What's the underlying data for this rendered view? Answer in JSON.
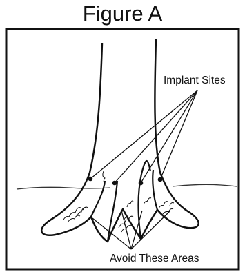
{
  "figure": {
    "title": "Figure A"
  },
  "labels": {
    "implant_sites": "Implant Sites",
    "avoid_areas": "Avoid These Areas"
  }
}
